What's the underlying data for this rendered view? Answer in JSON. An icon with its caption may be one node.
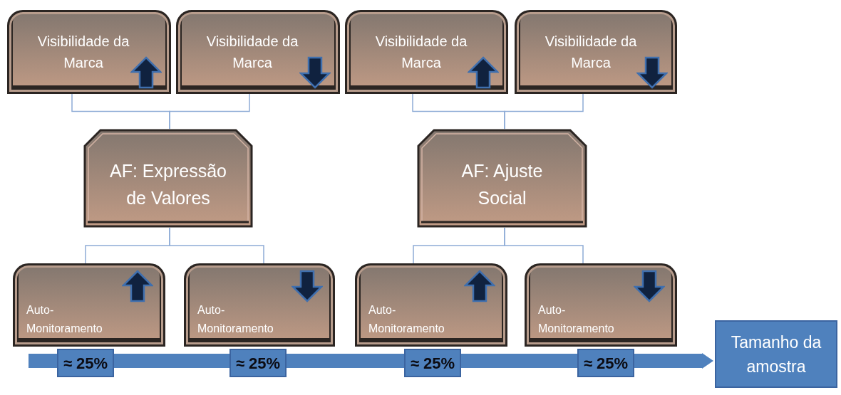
{
  "diagram": {
    "nodes": [
      {
        "text": [
          "Visibilidade da Marca"
        ]
      },
      {
        "text": [
          "Visibilidade da Marca"
        ]
      },
      {
        "text": [
          "Visibilidade da Marca"
        ]
      },
      {
        "text": [
          "Visibilidade da Marca"
        ]
      },
      {
        "text": [
          "AF: Expressão de Valores"
        ]
      },
      {
        "text": [
          "AF: Ajuste Social"
        ]
      },
      {
        "text": [
          "Auto-Monitoramento"
        ]
      },
      {
        "text": [
          "Auto-Monitoramento"
        ]
      },
      {
        "text": [
          "Auto-Monitoramento"
        ]
      },
      {
        "text": [
          "Auto-Monitoramento"
        ]
      },
      {
        "text": [
          "≈ 25%"
        ]
      },
      {
        "text": [
          "≈ 25%"
        ]
      },
      {
        "text": [
          "≈ 25%"
        ]
      },
      {
        "text": [
          "≈ 25%"
        ]
      },
      {
        "text": [
          "Tamanho da amostra"
        ]
      }
    ],
    "edges": [
      {
        "from": 0,
        "to": 4,
        "arrow": "none"
      },
      {
        "from": 1,
        "to": 4,
        "arrow": "none"
      },
      {
        "from": 2,
        "to": 5,
        "arrow": "none"
      },
      {
        "from": 3,
        "to": 5,
        "arrow": "none"
      },
      {
        "from": 4,
        "to": 6,
        "arrow": "none"
      },
      {
        "from": 4,
        "to": 7,
        "arrow": "none"
      },
      {
        "from": 5,
        "to": 8,
        "arrow": "none"
      },
      {
        "from": 5,
        "to": 9,
        "arrow": "none"
      },
      {
        "from": null,
        "to": 14,
        "arrow": "to",
        "style": "thick",
        "color": "#4f81bd"
      }
    ]
  }
}
